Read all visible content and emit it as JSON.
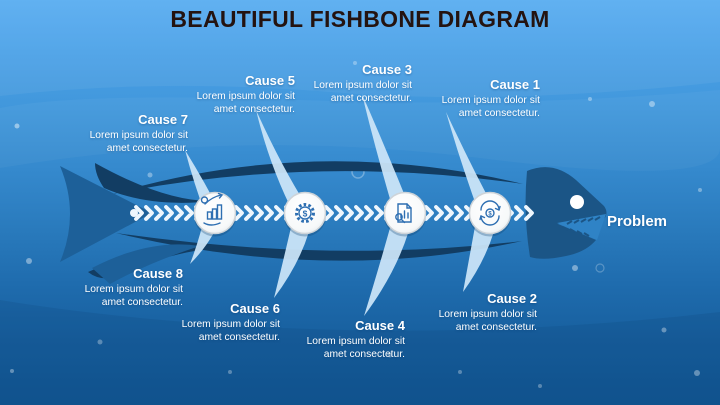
{
  "title": "BEAUTIFUL FISHBONE DIAGRAM",
  "problem_label": "Problem",
  "causes": [
    {
      "label": "Cause 1",
      "description": "Lorem ipsum dolor sit amet consectetur.",
      "row": "top"
    },
    {
      "label": "Cause 2",
      "description": "Lorem ipsum dolor sit amet consectetur.",
      "row": "bottom"
    },
    {
      "label": "Cause 3",
      "description": "Lorem ipsum dolor sit amet consectetur.",
      "row": "top"
    },
    {
      "label": "Cause 4",
      "description": "Lorem ipsum dolor sit amet consectetur.",
      "row": "bottom"
    },
    {
      "label": "Cause 5",
      "description": "Lorem ipsum dolor sit amet consectetur.",
      "row": "top"
    },
    {
      "label": "Cause 6",
      "description": "Lorem ipsum dolor sit amet consectetur.",
      "row": "bottom"
    },
    {
      "label": "Cause 7",
      "description": "Lorem ipsum dolor sit amet consectetur.",
      "row": "top"
    },
    {
      "label": "Cause 8",
      "description": "Lorem ipsum dolor sit amet consectetur.",
      "row": "bottom"
    }
  ],
  "nodes": [
    {
      "icon": "growth-chart-hand-icon"
    },
    {
      "icon": "gear-dollar-icon",
      "symbol": "$"
    },
    {
      "icon": "document-report-magnifier-icon"
    },
    {
      "icon": "circular-arrows-coin-icon",
      "symbol": "$"
    }
  ],
  "colors": {
    "background_top": "#58adf1",
    "background_bottom": "#115693",
    "title_text": "#241310",
    "fish_body": "#1d6099",
    "fish_head": "#1b5586",
    "fish_outline": "#123d63",
    "bone_white": "#f2f9fe",
    "rib_light_blue": "#cde6f9",
    "icon_stroke": "#2e6fb2",
    "label_text": "#ffffff"
  }
}
